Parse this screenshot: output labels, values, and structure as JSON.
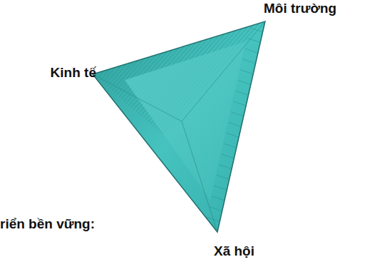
{
  "diagram": {
    "labels": [
      "Kinh tế",
      "Môi trường",
      "Xã hội",
      "riển bền vững:"
    ]
  }
}
